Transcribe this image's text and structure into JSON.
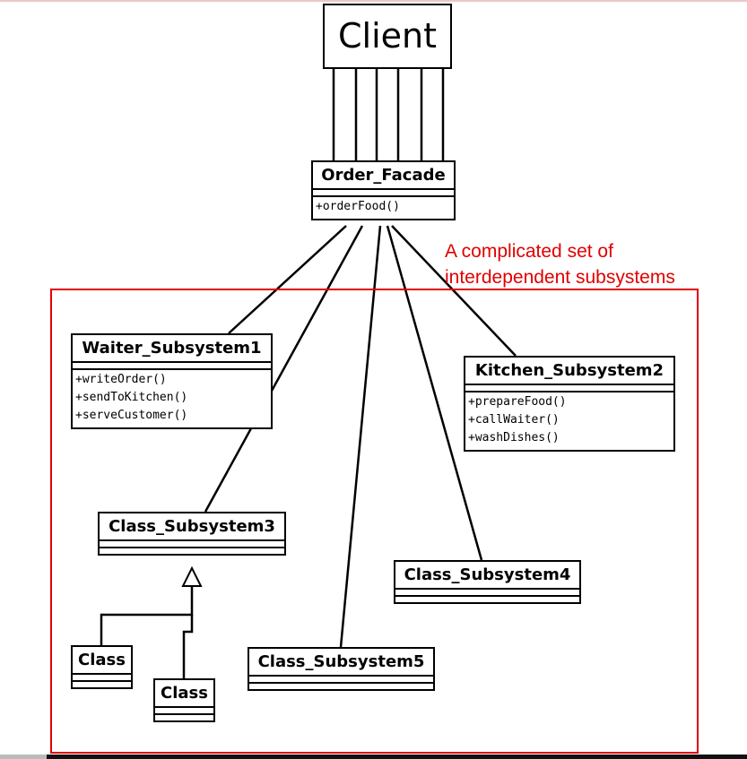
{
  "client": {
    "label": "Client"
  },
  "facade": {
    "name": "Order_Facade",
    "operations": [
      "+orderFood()"
    ]
  },
  "annotation": {
    "line1": "A complicated set of",
    "line2": "interdependent subsystems",
    "color": "#e00000"
  },
  "waiter": {
    "name": "Waiter_Subsystem1",
    "operations": [
      "+writeOrder()",
      "+sendToKitchen()",
      "+serveCustomer()"
    ]
  },
  "kitchen": {
    "name": "Kitchen_Subsystem2",
    "operations": [
      "+prepareFood()",
      "+callWaiter()",
      "+washDishes()"
    ]
  },
  "subsystem3": {
    "name": "Class_Subsystem3"
  },
  "subsystem4": {
    "name": "Class_Subsystem4"
  },
  "subsystem5": {
    "name": "Class_Subsystem5"
  },
  "class_a": {
    "name": "Class"
  },
  "class_b": {
    "name": "Class"
  }
}
